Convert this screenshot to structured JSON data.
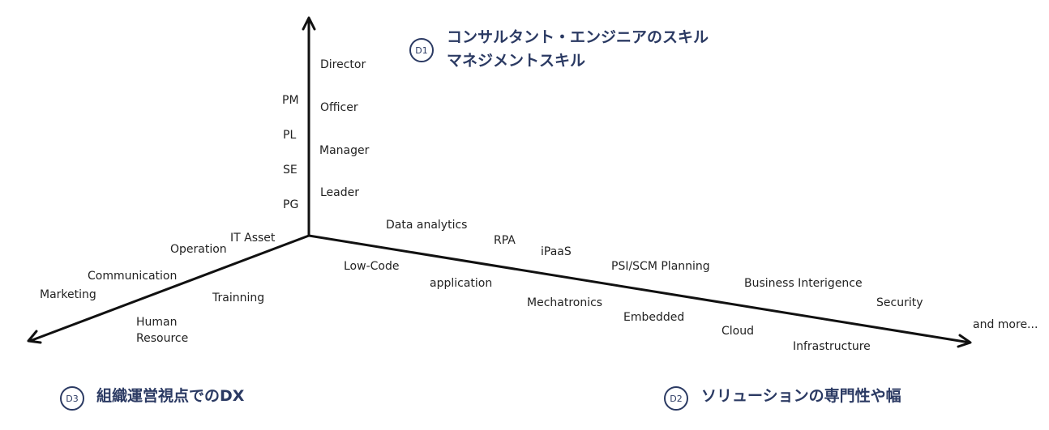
{
  "colors": {
    "axis": "#111111",
    "accent": "#2b3a63"
  },
  "d1": {
    "badge": "D1",
    "title_line1": "コンサルタント・エンジニアのスキル",
    "title_line2": "マネジメントスキル",
    "left_labels": [
      "PM",
      "PL",
      "SE",
      "PG"
    ],
    "right_labels": [
      "Director",
      "Officer",
      "Manager",
      "Leader"
    ]
  },
  "d2": {
    "badge": "D2",
    "title": "ソリューションの専門性や幅",
    "labels": [
      "Data analytics",
      "RPA",
      "iPaaS",
      "PSI/SCM Planning",
      "Business Interigence",
      "Security",
      "and more...",
      "Low-Code",
      "application",
      "Mechatronics",
      "Embedded",
      "Cloud",
      "Infrastructure"
    ]
  },
  "d3": {
    "badge": "D3",
    "title": "組織運営視点でのDX",
    "labels": [
      "IT Asset",
      "Operation",
      "Communication",
      "Marketing",
      "Trainning",
      "Human\nResource"
    ]
  }
}
